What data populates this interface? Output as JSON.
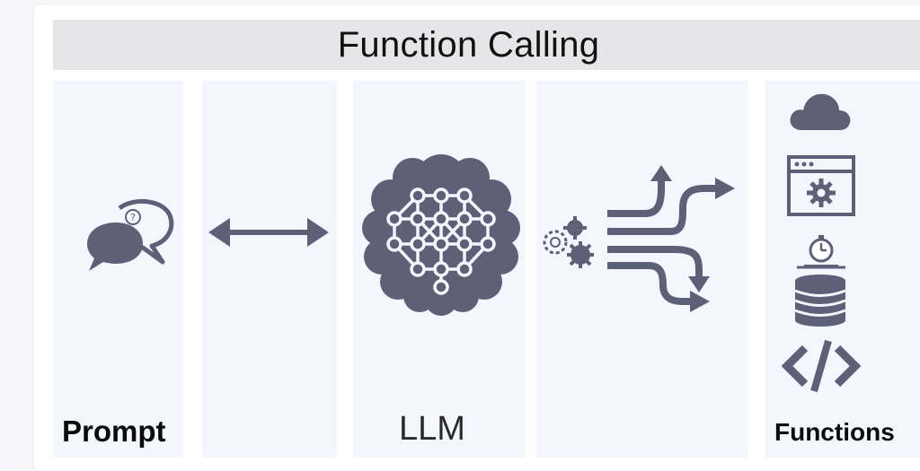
{
  "title": "Function Calling",
  "labels": {
    "prompt": "Prompt",
    "llm": "LLM",
    "functions": "Functions"
  },
  "colors": {
    "icon": "#5d6178",
    "panel": "#f3f6fd",
    "title_bar": "#e6e6e9"
  },
  "icons": {
    "prompt": "speech-bubbles-question-icon",
    "exchange": "double-arrow-icon",
    "llm": "brain-network-icon",
    "routing": "gears-branching-arrows-icon",
    "functions": [
      "cloud-icon",
      "browser-gear-icon",
      "stopwatch-laptop-icon",
      "database-icon",
      "code-icon"
    ]
  }
}
